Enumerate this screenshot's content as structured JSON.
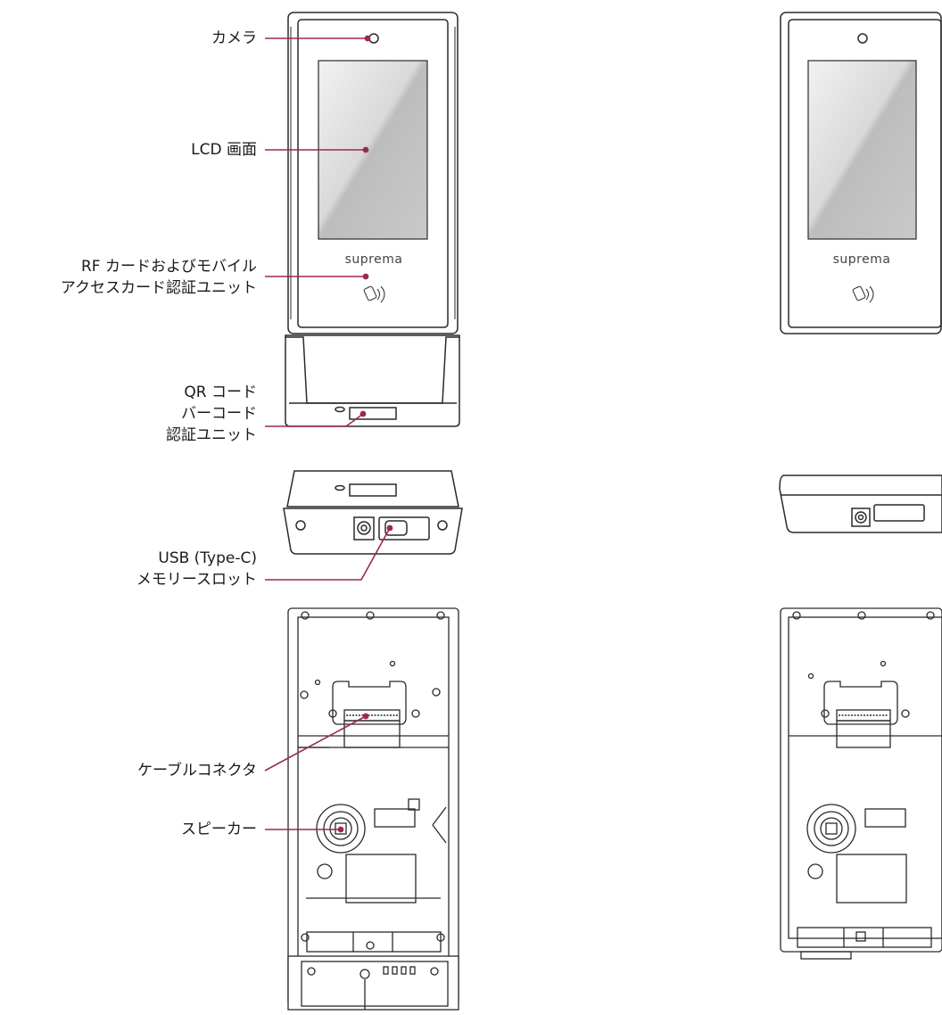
{
  "brand": "suprema",
  "callouts": {
    "camera": "カメラ",
    "lcd": "LCD 画面",
    "rf": "RF カードおよびモバイル\nアクセスカード認証ユニット",
    "qr": "QR コード\nバーコード\n認証ユニット",
    "usb": "USB (Type-C)\nメモリースロット",
    "cable": "ケーブルコネクタ",
    "speaker": "スピーカー"
  },
  "colors": {
    "leader": "#9b2a4e",
    "outline": "#2a2a2a",
    "screen_light": "#f2f2f2",
    "screen_dark": "#bdbdbd"
  }
}
